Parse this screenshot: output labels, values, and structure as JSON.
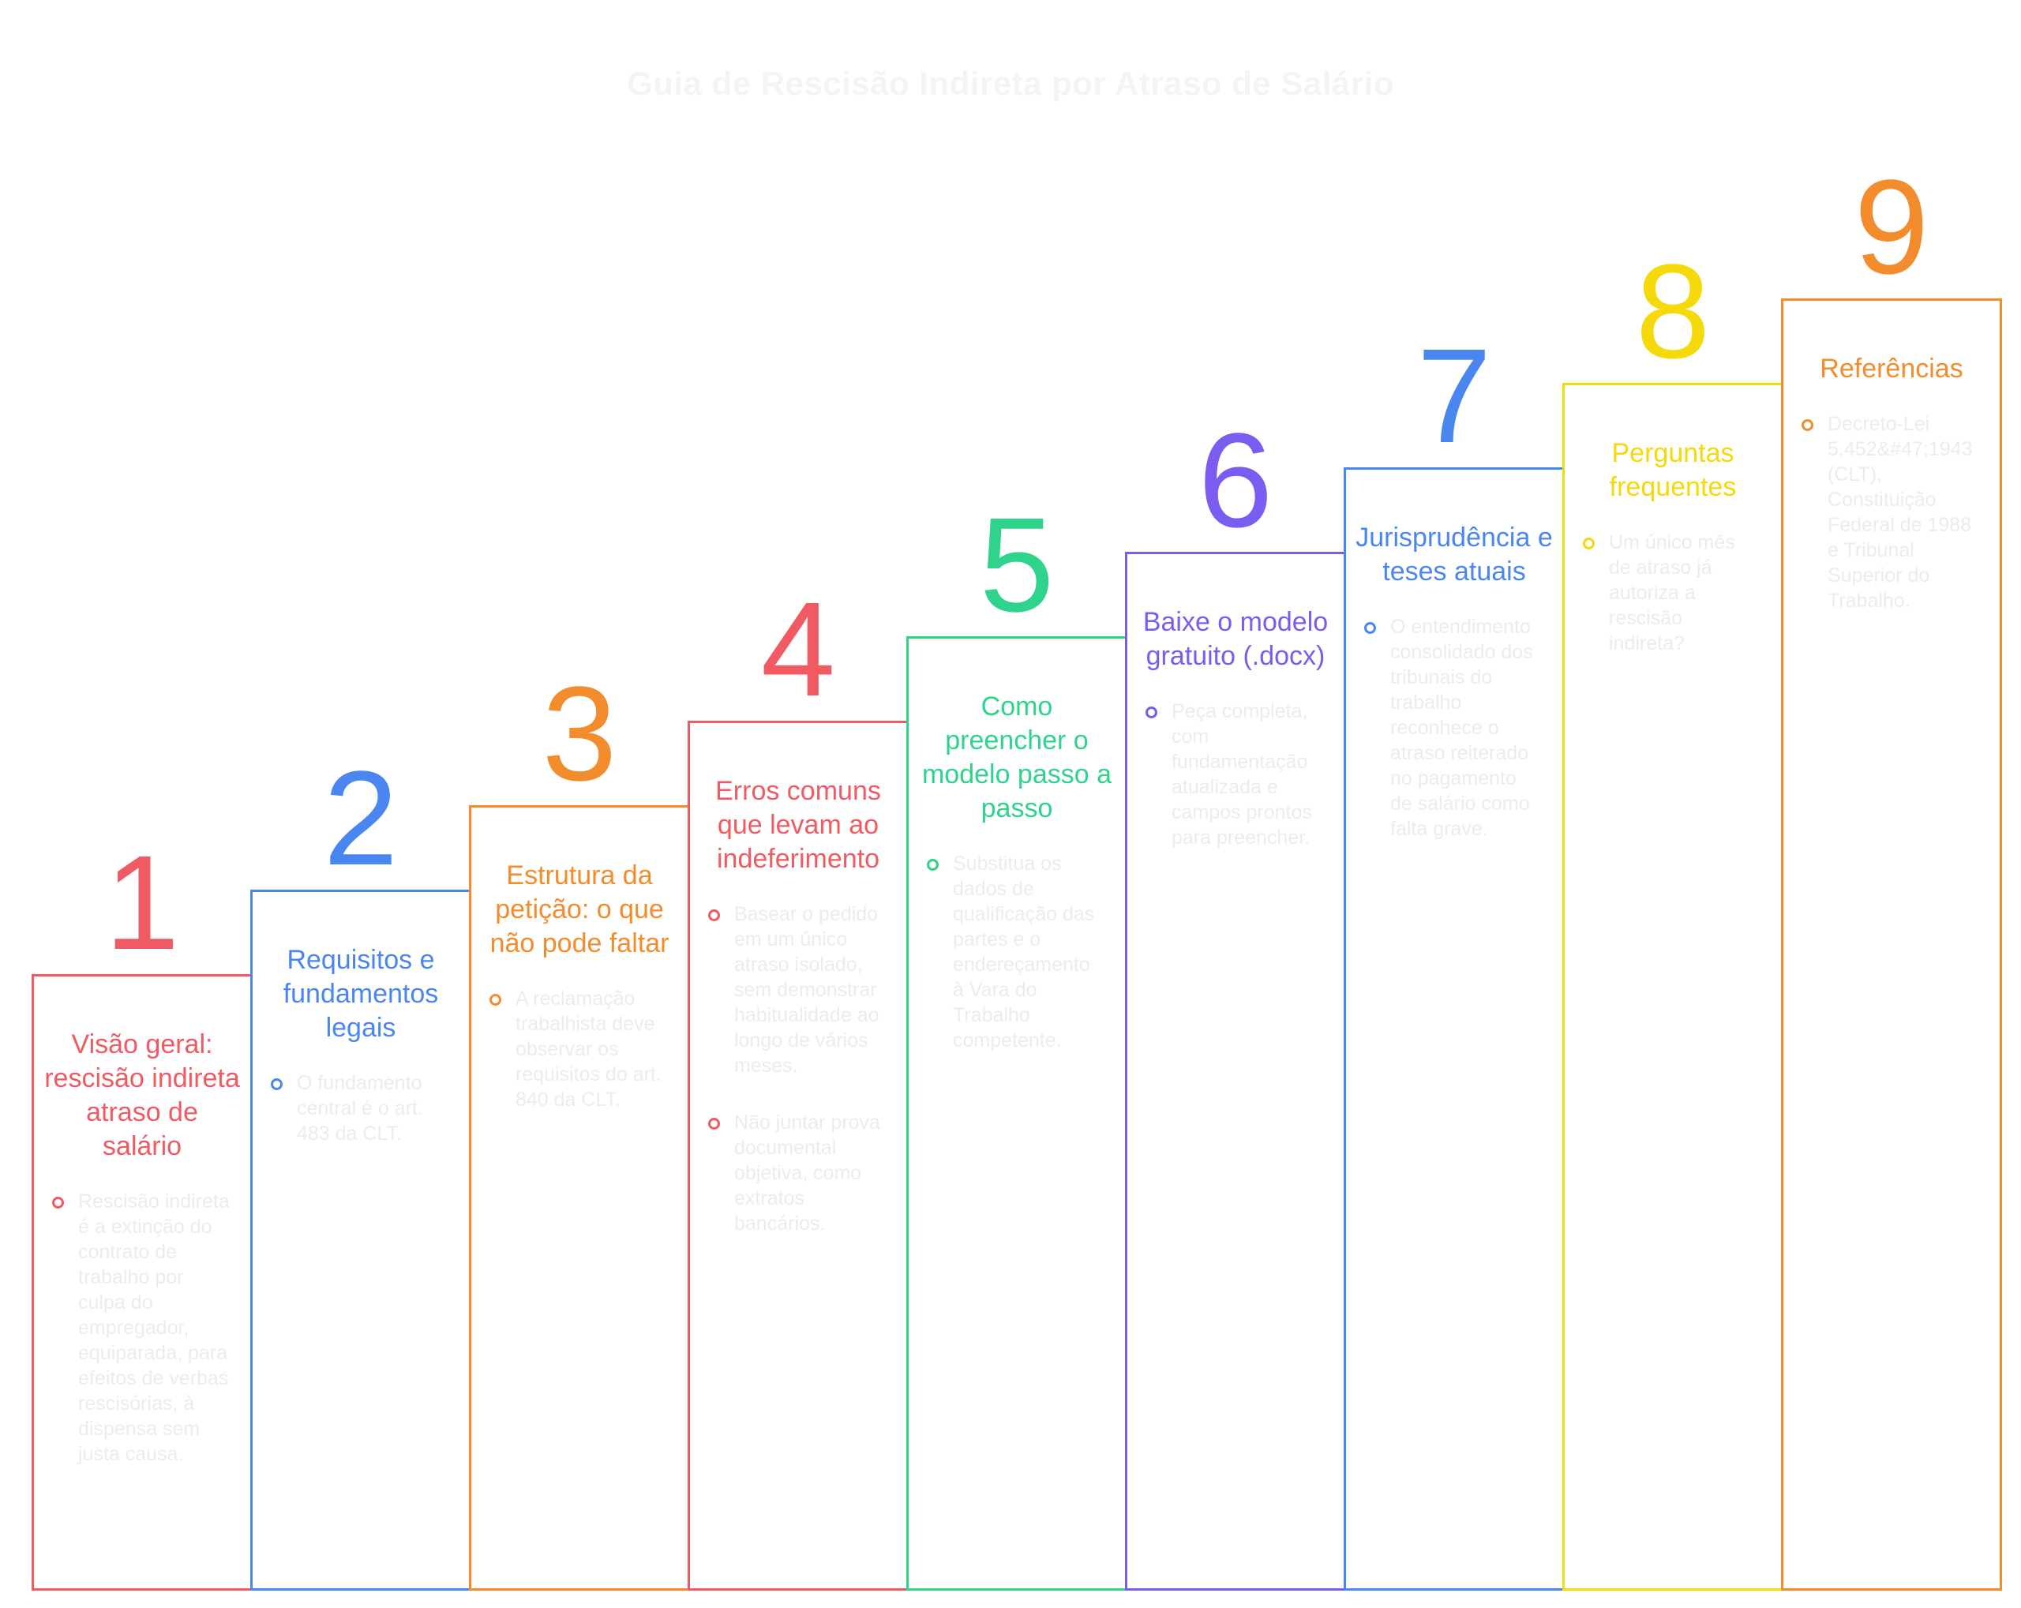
{
  "title": "Guia de Rescisão Indireta por Atraso de Salário",
  "watermark": "",
  "steps": [
    {
      "number": "1",
      "heading": "Visão geral: rescisão indireta atraso de salário",
      "color": "#f05b63",
      "bullets": [
        "Rescisão indireta é a extinção do contrato de trabalho por culpa do empregador, equiparada, para efeitos de verbas rescisórias, à dispensa sem justa causa."
      ]
    },
    {
      "number": "2",
      "heading": "Requisitos e fundamentos legais",
      "color": "#4a86f0",
      "bullets": [
        "O fundamento central é o art. 483 da CLT."
      ]
    },
    {
      "number": "3",
      "heading": "Estrutura da petição: o que não pode faltar",
      "color": "#f28c2c",
      "bullets": [
        "A reclamação trabalhista deve observar os requisitos do art. 840 da CLT."
      ]
    },
    {
      "number": "4",
      "heading": "Erros comuns que levam ao indeferimento",
      "color": "#f05b63",
      "bullets": [
        "Basear o pedido em um único atraso isolado, sem demonstrar habitualidade ao longo de vários meses.",
        "Não juntar prova documental objetiva, como extratos bancários."
      ]
    },
    {
      "number": "5",
      "heading": "Como preencher o modelo passo a passo",
      "color": "#2fd38b",
      "bullets": [
        "Substitua os dados de qualificação das partes e o endereçamento à Vara do Trabalho competente."
      ]
    },
    {
      "number": "6",
      "heading": "Baixe o modelo gratuito (.docx)",
      "color": "#7b5cf0",
      "bullets": [
        "Peça completa, com fundamentação atualizada e campos prontos para preencher."
      ]
    },
    {
      "number": "7",
      "heading": "Jurisprudência e teses atuais",
      "color": "#4a86f0",
      "bullets": [
        "O entendimento consolidado dos tribunais do trabalho reconhece o atraso reiterado no pagamento de salário como falta grave."
      ]
    },
    {
      "number": "8",
      "heading": "Perguntas frequentes",
      "color": "#f5d90a",
      "bullets": [
        "Um único mês de atraso já autoriza a rescisão indireta?"
      ]
    },
    {
      "number": "9",
      "heading": "Referências",
      "color": "#f28c2c",
      "bullets": [
        "Decreto-Lei 5.452&#47;1943 (CLT), Constituição Federal de 1988 e Tribunal Superior do Trabalho."
      ]
    }
  ]
}
